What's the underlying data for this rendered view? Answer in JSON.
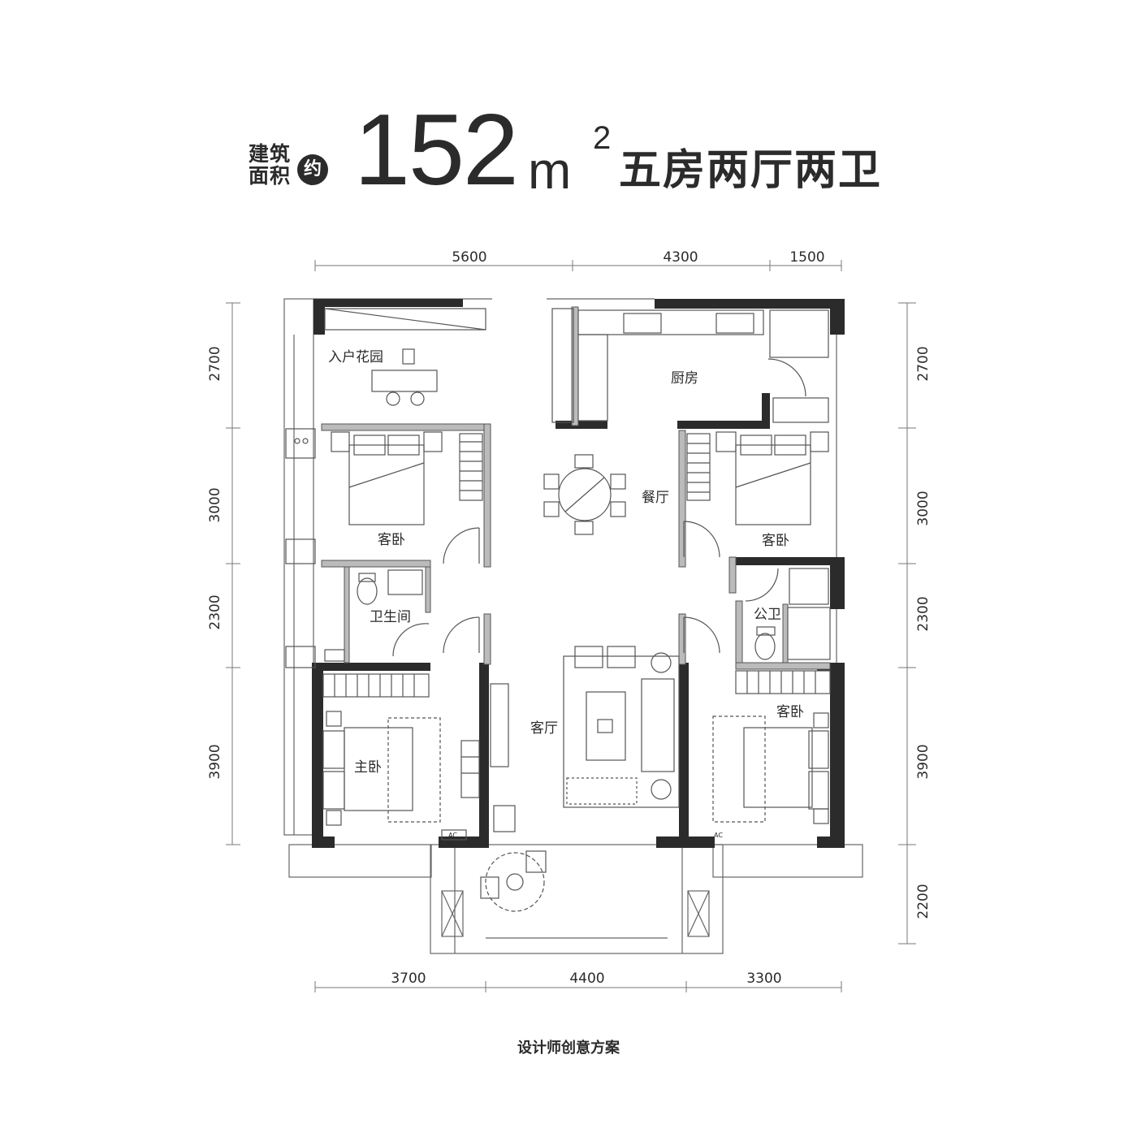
{
  "header": {
    "area_label_line1": "建筑",
    "area_label_line2": "面积",
    "approx": "约",
    "area_value": "152",
    "area_unit": "m",
    "area_superscript": "2",
    "layout_type": "五房两厅两卫"
  },
  "dimensions": {
    "top": [
      "5600",
      "4300",
      "1500"
    ],
    "bottom": [
      "3700",
      "4400",
      "3300"
    ],
    "left": [
      "2700",
      "3000",
      "2300",
      "3900"
    ],
    "right": [
      "2700",
      "3000",
      "2300",
      "3900",
      "2200"
    ]
  },
  "rooms": {
    "entry_garden": "入户花园",
    "kitchen": "厨房",
    "dining": "餐厅",
    "guest_bedroom_nw": "客卧",
    "guest_bedroom_ne": "客卧",
    "bathroom": "卫生间",
    "public_bath": "公卫",
    "living": "客厅",
    "master_bedroom": "主卧",
    "guest_bedroom_se": "客卧"
  },
  "fixtures": {
    "ac_label": "AC"
  },
  "footer": {
    "note": "设计师创意方案"
  }
}
